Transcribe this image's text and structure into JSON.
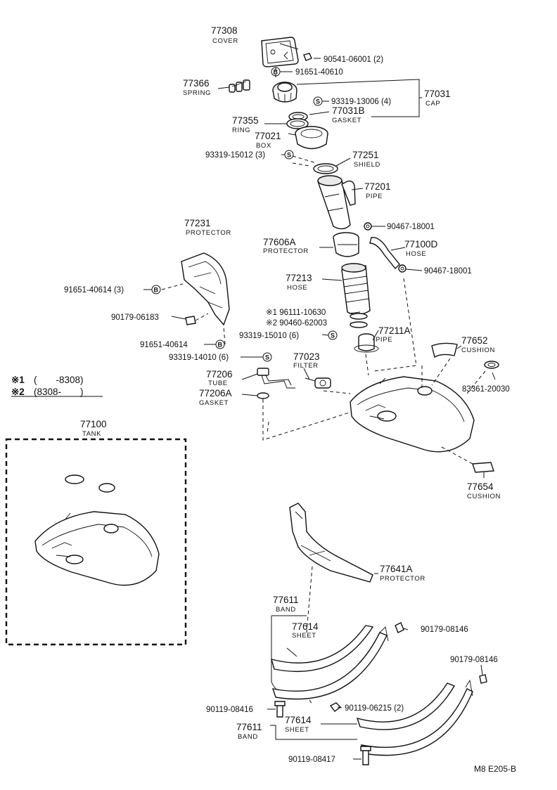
{
  "parts": [
    {
      "id": "cover",
      "number": "77308",
      "name": "COVER"
    },
    {
      "id": "spring",
      "number": "77366",
      "name": "SPRING"
    },
    {
      "id": "cap",
      "number": "77031",
      "name": "CAP"
    },
    {
      "id": "cap-gasket",
      "number": "77031B",
      "name": "GASKET"
    },
    {
      "id": "ring",
      "number": "77355",
      "name": "RING"
    },
    {
      "id": "box",
      "number": "77021",
      "name": "BOX"
    },
    {
      "id": "shield",
      "number": "77251",
      "name": "SHIELD"
    },
    {
      "id": "pipe",
      "number": "77201",
      "name": "PIPE"
    },
    {
      "id": "protector-upper",
      "number": "77231",
      "name": "PROTECTOR"
    },
    {
      "id": "protector-hose",
      "number": "77606A",
      "name": "PROTECTOR"
    },
    {
      "id": "hose-vent",
      "number": "77100D",
      "name": "HOSE"
    },
    {
      "id": "hose",
      "number": "77213",
      "name": "HOSE"
    },
    {
      "id": "pipe-lower",
      "number": "77211A",
      "name": "PIPE"
    },
    {
      "id": "cushion-upper",
      "number": "77652",
      "name": "CUSHION"
    },
    {
      "id": "filter",
      "number": "77023",
      "name": "FILTER"
    },
    {
      "id": "tube",
      "number": "77206",
      "name": "TUBE"
    },
    {
      "id": "tube-gasket",
      "number": "77206A",
      "name": "GASKET"
    },
    {
      "id": "tank",
      "number": "77100",
      "name": "TANK"
    },
    {
      "id": "cushion-lower",
      "number": "77654",
      "name": "CUSHION"
    },
    {
      "id": "protector-tank",
      "number": "77641A",
      "name": "PROTECTOR"
    },
    {
      "id": "band-upper",
      "number": "77611",
      "name": "BAND"
    },
    {
      "id": "sheet-upper",
      "number": "77614",
      "name": "SHEET"
    },
    {
      "id": "sheet-lower",
      "number": "77614",
      "name": "SHEET"
    },
    {
      "id": "band-lower",
      "number": "77611",
      "name": "BAND"
    }
  ],
  "fasteners": [
    {
      "id": "f1",
      "label": "90541-06001 (2)"
    },
    {
      "id": "f2",
      "label": "91651-40610",
      "badge": "B"
    },
    {
      "id": "f3",
      "label": "93319-13006 (4)",
      "badge": "S"
    },
    {
      "id": "f4",
      "label": "93319-15012 (3)",
      "badge": "S"
    },
    {
      "id": "f5",
      "label": "90467-18001"
    },
    {
      "id": "f6",
      "label": "90467-18001"
    },
    {
      "id": "f7",
      "label": "91651-40614 (3)",
      "badge": "B"
    },
    {
      "id": "f8",
      "label": "90179-06183"
    },
    {
      "id": "f9",
      "label": "91651-40614",
      "badge": "B"
    },
    {
      "id": "f10",
      "label": "93319-14010 (6)",
      "badge": "S"
    },
    {
      "id": "f11",
      "label": "※1 96111-10630"
    },
    {
      "id": "f12",
      "label": "※2 90460-62003"
    },
    {
      "id": "f13",
      "label": "93319-15010 (6)",
      "badge": "S"
    },
    {
      "id": "f14",
      "label": "83361-20030"
    },
    {
      "id": "f15",
      "label": "90179-08146"
    },
    {
      "id": "f16",
      "label": "90179-08146"
    },
    {
      "id": "f17",
      "label": "90119-08416"
    },
    {
      "id": "f18",
      "label": "90119-06215 (2)"
    },
    {
      "id": "f19",
      "label": "90119-08417"
    }
  ],
  "legend": {
    "row1_mark": "※1",
    "row1_text": "(　　-8308)",
    "row2_mark": "※2",
    "row2_text": "(8308-　　)"
  },
  "reference": "M8  E205-B"
}
